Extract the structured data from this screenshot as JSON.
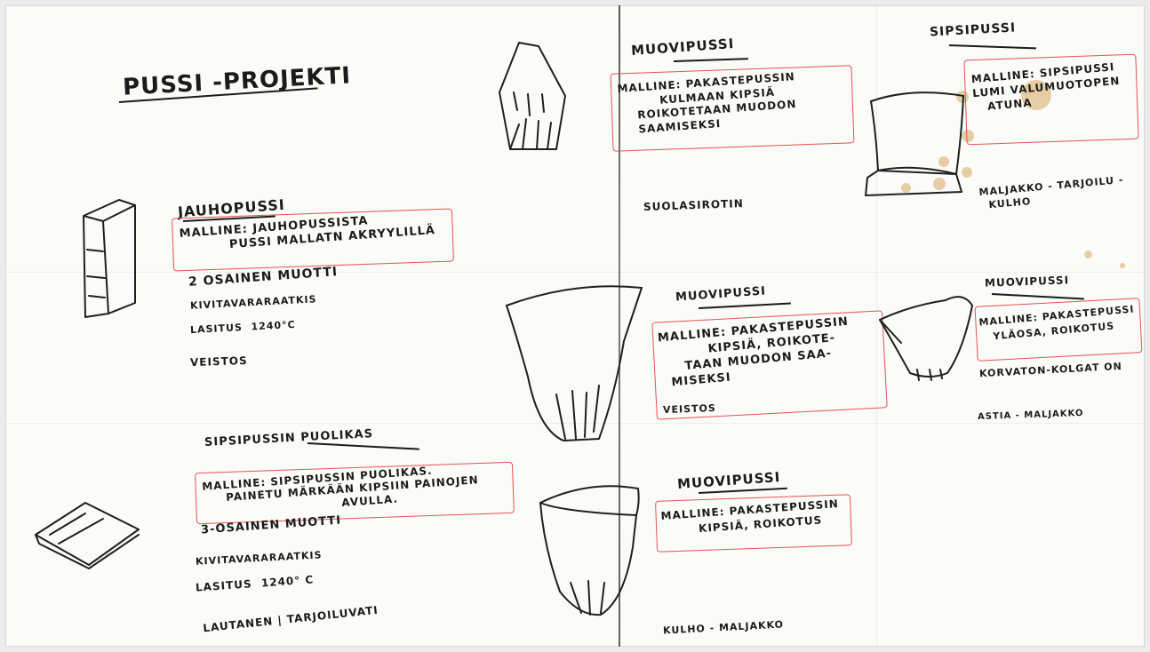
{
  "title": "PUSSI -PROJEKTI",
  "sections": {
    "jauhopussi": {
      "heading": "JAUHOPUSSI",
      "mold_note": "MALLINE: JAUHOPUSSISTA\n          PUSSI MALLATN AKRYYLILLÄ",
      "details": [
        "2 OSAINEN MUOTTI",
        "KIVITAVARARAATKIS",
        "LASITUS  1240°C",
        "VEISTOS"
      ]
    },
    "sipsipussin_puolikas": {
      "heading": "SIPSIPUSSIN PUOLIKAS",
      "mold_note": "MALLINE: SIPSIPUSSIN PUOLIKAS.\n     PAINETU MÄRKÄÄN KIPSIIN PAINOJEN\n                              AVULLA.",
      "details": [
        "3-OSAINEN MUOTTI",
        "KIVITAVARARAATKIS",
        "LASITUS  1240° C",
        "LAUTANEN | TARJOILUVATI"
      ]
    },
    "muovipussi_1": {
      "heading": "MUOVIPUSSI",
      "mold_note": "MALLINE: PAKASTEPUSSIN\n         KULMAAN KIPSIÄ\n    ROIKOTETAAN MUODON\n    SAAMISEKSI",
      "caption": "SUOLASIROTIN"
    },
    "sipsipussi": {
      "heading": "SIPSIPUSSI",
      "mold_note": "MALLINE: SIPSIPUSSI\nLUMI VALUMUOTOPEN\n   ATUNA",
      "caption": "MALJAKKO - TARJOILU -\n  KULHO"
    },
    "muovipussi_2": {
      "heading": "MUOVIPUSSI",
      "mold_note": "MALLINE: PAKASTEPUSSIN\n          KIPSIÄ, ROIKOTE-\n     TAAN MUODON SAA-\n  MISEKSI",
      "caption": "VEISTOS"
    },
    "muovipussi_3": {
      "heading": "MUOVIPUSSI",
      "mold_note": "MALLINE: PAKASTEPUSSI\n   YLÄOSA, ROIKOTUS",
      "caption_1": "KORVATON-KOLGAT ON",
      "caption_2": "ASTIA - MALJAKKO"
    },
    "muovipussi_4": {
      "heading": "MUOVIPUSSI",
      "mold_note": "MALLINE: PAKASTEPUSSIN\n        KIPSIÄ, ROIKOTUS",
      "caption": "KULHO - MALJAKKO"
    }
  },
  "colors": {
    "ink": "#1b1b1b",
    "highlight_box": "#e4534f",
    "paper": "#fbfbfa",
    "stain": "#d6a85e"
  }
}
